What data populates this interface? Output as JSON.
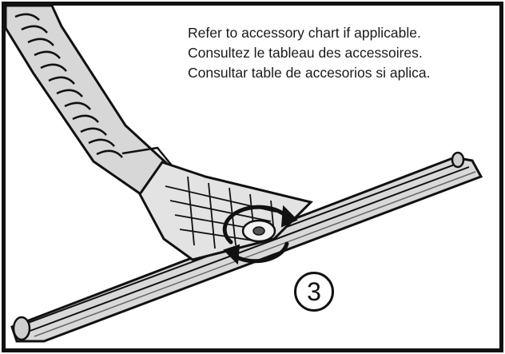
{
  "instructions": {
    "lines": [
      "Refer to accessory chart if applicable.",
      "Consultez le tableau des accessoires.",
      "Consultar table de accesorios si aplica."
    ]
  },
  "step_number": "3",
  "icons": {
    "rotate": "rotate-arrows-icon",
    "hose": "hose-illustration",
    "tool": "squeegee-tool-illustration"
  },
  "colors": {
    "outline": "#111111",
    "tool_fill": "#d9d9d9",
    "background": "#ffffff"
  }
}
